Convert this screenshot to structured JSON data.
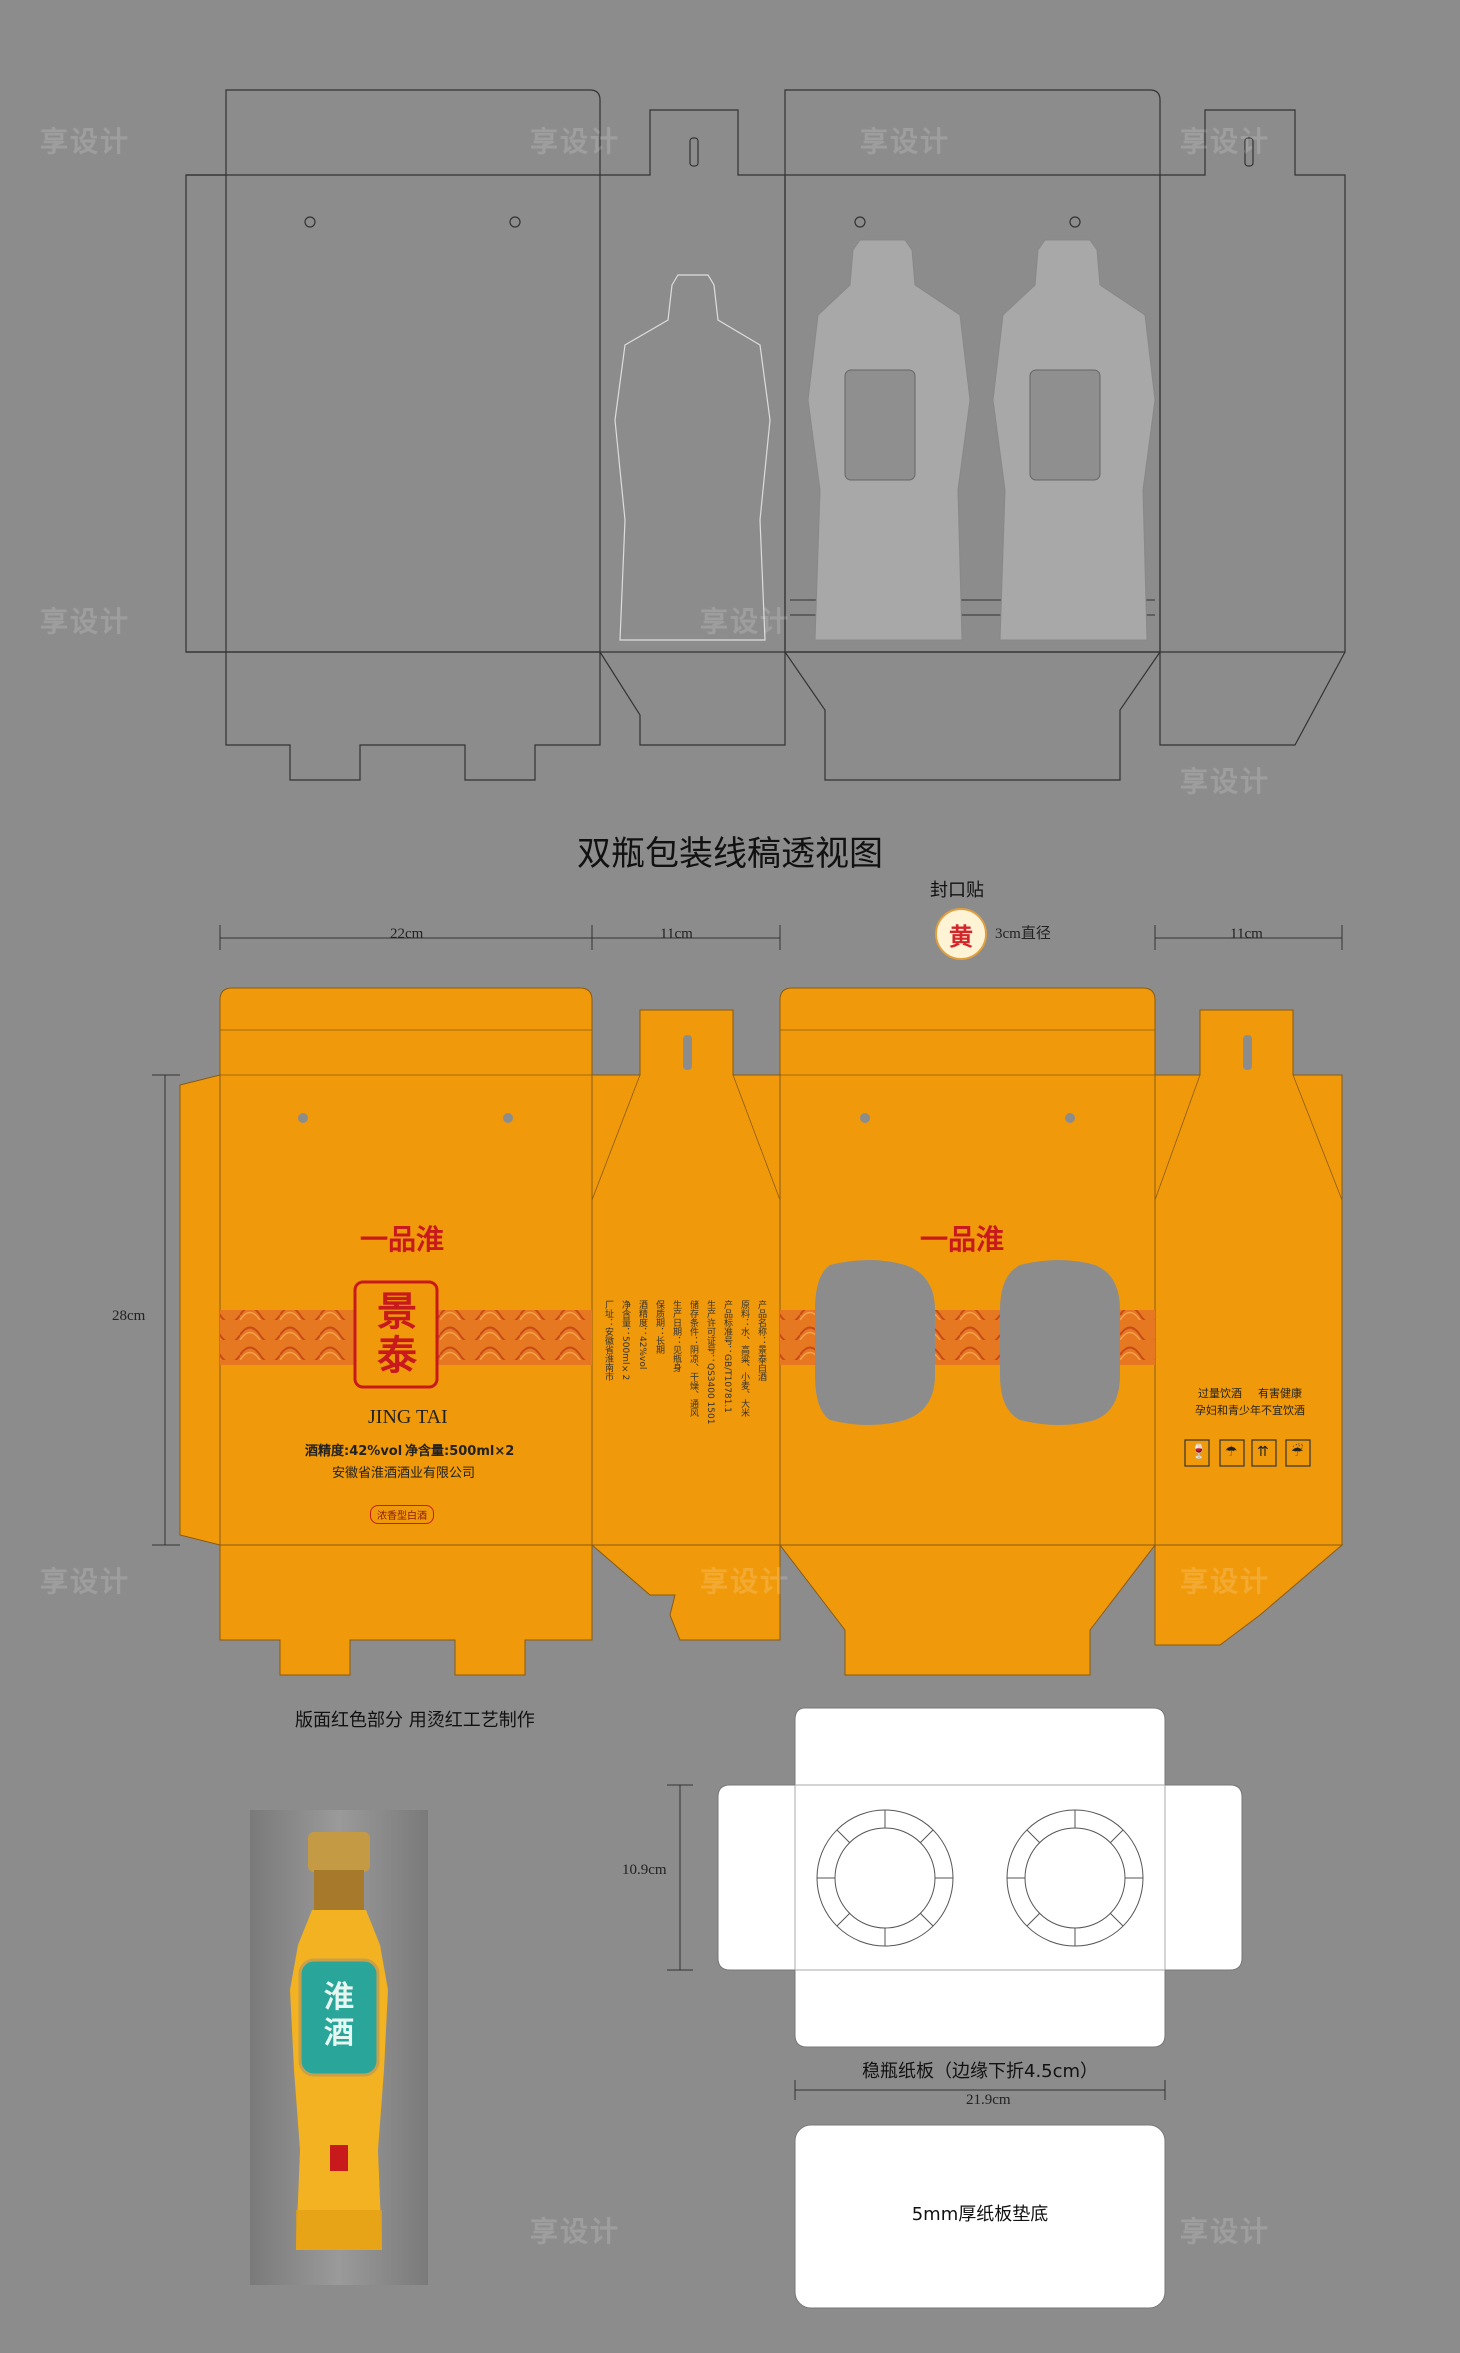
{
  "title": "双瓶包装线稿透视图",
  "seal": {
    "label": "封口贴",
    "char": "黄",
    "diameter": "3cm直径"
  },
  "dimensions": {
    "front_width": "22cm",
    "side_width_1": "11cm",
    "side_width_2": "11cm",
    "height": "28cm",
    "insert_height": "10.9cm",
    "insert_width": "21.9cm"
  },
  "front_panel": {
    "brand": "一品淮",
    "product_name": "景泰",
    "product_pinyin": "JING TAI",
    "alcohol": "酒精度:42%vol",
    "volume": "净含量:500ml×2",
    "company": "安徽省淮酒酒业有限公司",
    "tag": "浓香型白酒"
  },
  "right_panel": {
    "brand": "一品淮",
    "warning_1": "过量饮酒",
    "warning_2": "有害健康",
    "warning_3": "孕妇和青少年不宜饮酒",
    "icons": [
      "glass-icon",
      "fragile-icon",
      "this-side-up-icon",
      "keep-dry-icon"
    ]
  },
  "side_info_lines": [
    "产品名称：景泰白酒",
    "原料：水、高粱、小麦、大米",
    "产品标准号：GB/T10781.1",
    "生产许可证号：QS3400 1501",
    "储存条件：阴凉、干燥、通风",
    "生产日期：见瓶身",
    "保质期：长期",
    "酒精度：42%vol",
    "净含量：500ml×2",
    "厂址：安徽省淮南市"
  ],
  "notes": {
    "hot_stamp": "版面红色部分 用烫红工艺制作",
    "insert": "稳瓶纸板（边缘下折4.5cm）",
    "base": "5mm厚纸板垫底"
  },
  "bottle": {
    "label": "淮酒"
  },
  "watermark": "享设计",
  "colors": {
    "background": "#8c8c8c",
    "box_orange": "#f09a0b",
    "brand_red": "#c8191c",
    "wave_band": "#e06a1a",
    "line": "#333333"
  }
}
